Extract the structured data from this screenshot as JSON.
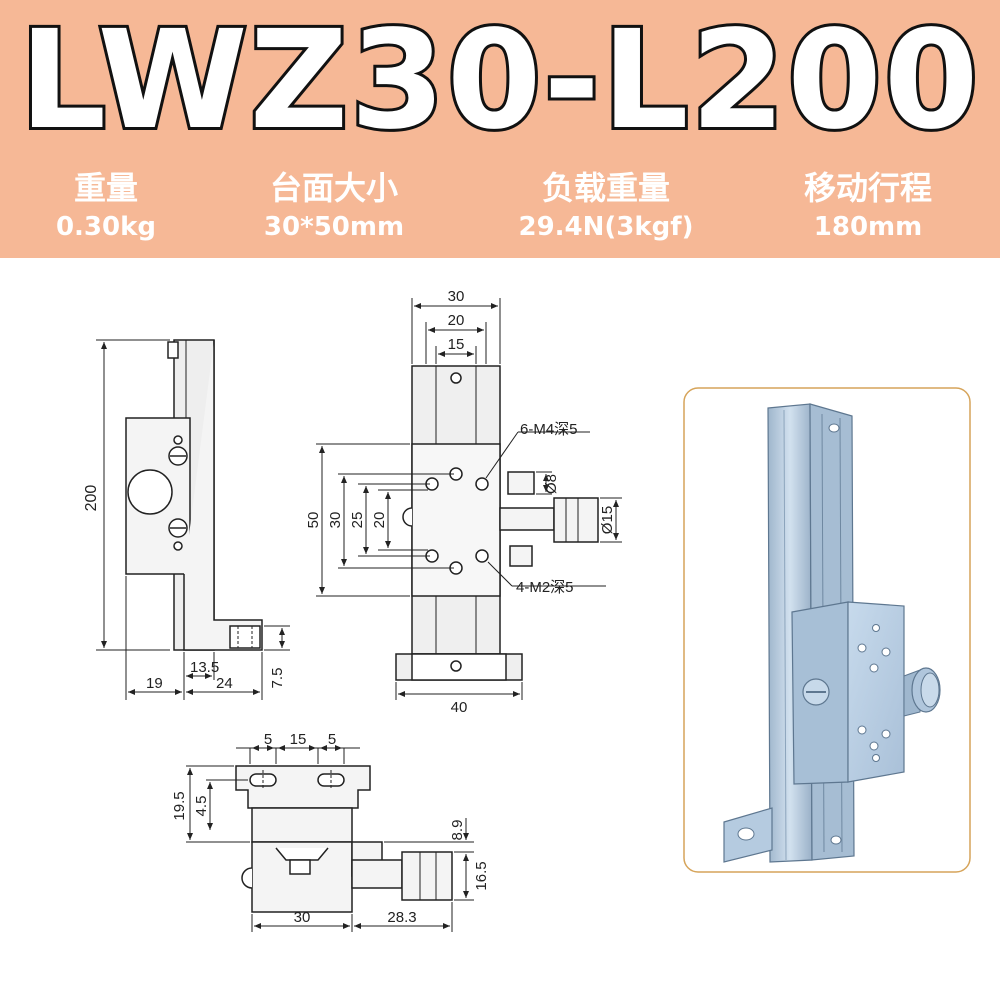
{
  "header": {
    "model": "LWZ30-L200",
    "specs": [
      {
        "label": "重量",
        "value": "0.30kg"
      },
      {
        "label": "台面大小",
        "value": "30*50mm"
      },
      {
        "label": "负载重量",
        "value": "29.4N(3kgf)"
      },
      {
        "label": "移动行程",
        "value": "180mm"
      }
    ]
  },
  "side_view": {
    "height": "200",
    "offset_a": "13.5",
    "width_a": "19",
    "width_b": "24",
    "foot_h": "7.5"
  },
  "front_view": {
    "top_w": "30",
    "top_w2": "20",
    "top_w3": "15",
    "height_50": "50",
    "height_30": "30",
    "height_25": "25",
    "height_20": "20",
    "base_w": "40",
    "hole_callout_1": "6-M4深5",
    "hole_callout_2": "4-M2深5",
    "dia_8": "Ø8",
    "dia_15": "Ø15"
  },
  "end_view": {
    "dim_5a": "5",
    "dim_15": "15",
    "dim_5b": "5",
    "dim_19_5": "19.5",
    "dim_4_5": "4.5",
    "dim_8_9": "8.9",
    "dim_16_5": "16.5",
    "dim_30": "30",
    "dim_28_3": "28.3"
  },
  "colors": {
    "header_bg": "#F6B896",
    "stage_blue": "#B7CDE3",
    "frame_border": "#D6A45A"
  }
}
